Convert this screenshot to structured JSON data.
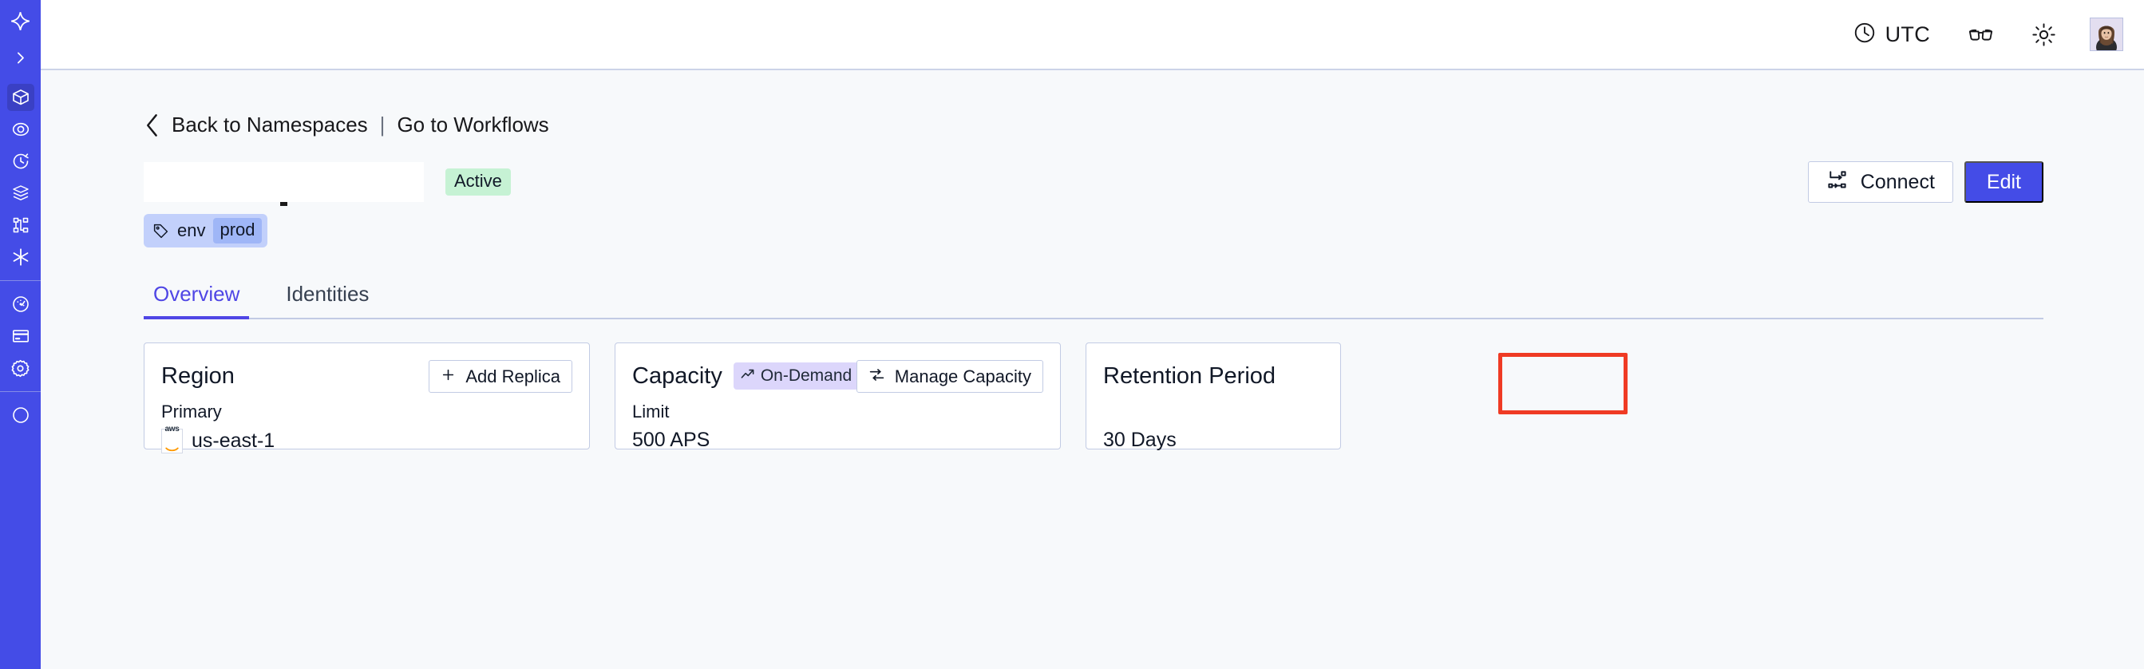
{
  "sidebar": {
    "logo": {
      "name": "temporal-logo",
      "label": "Temporal"
    },
    "expand": {
      "name": "chevron-right-icon",
      "label": "Expand navigation"
    },
    "items": [
      {
        "icon": "cube-icon",
        "label": "Namespaces",
        "active": true
      },
      {
        "icon": "eye-icon",
        "label": "Observability",
        "active": false
      },
      {
        "icon": "history-icon",
        "label": "Schedules",
        "active": false
      },
      {
        "icon": "layers-icon",
        "label": "Batch",
        "active": false
      },
      {
        "icon": "workflow-icon",
        "label": "Workflows",
        "active": false
      },
      {
        "icon": "asterisk-icon",
        "label": "Nexus",
        "active": false
      }
    ],
    "items_lower": [
      {
        "icon": "gauge-icon",
        "label": "Usage",
        "active": false
      },
      {
        "icon": "credit-card-icon",
        "label": "Billing",
        "active": false
      },
      {
        "icon": "gear-icon",
        "label": "Settings",
        "active": false
      }
    ]
  },
  "topbar": {
    "timezone_label": "UTC",
    "clock_icon": "clock-icon",
    "glasses_icon": "glasses-icon",
    "theme_icon": "sun-icon",
    "avatar_name": "user-avatar"
  },
  "breadcrumb": {
    "back_icon": "chevron-left-icon",
    "back_label": "Back to Namespaces",
    "separator": "|",
    "forward_label": "Go to Workflows"
  },
  "namespace": {
    "title": "",
    "title_redacted": true,
    "status": "Active",
    "tag": {
      "icon": "tag-icon",
      "key": "env",
      "value": "prod"
    }
  },
  "actions": {
    "connect_label": "Connect",
    "connect_icon": "connect-flow-icon",
    "edit_label": "Edit"
  },
  "tabs": [
    {
      "label": "Overview",
      "active": true
    },
    {
      "label": "Identities",
      "active": false
    }
  ],
  "cards": {
    "region": {
      "title": "Region",
      "button_label": "Add Replica",
      "button_icon": "plus-icon",
      "sub_label": "Primary",
      "provider_icon": "aws-logo",
      "provider_text": "aws",
      "value": "us-east-1"
    },
    "capacity": {
      "title": "Capacity",
      "badge_label": "On-Demand",
      "badge_icon": "trending-up-icon",
      "button_label": "Manage Capacity",
      "button_icon": "sliders-icon",
      "highlighted": true,
      "sub_label": "Limit",
      "value": "500 APS"
    },
    "retention": {
      "title": "Retention Period",
      "value": "30 Days"
    }
  },
  "colors": {
    "brand": "#444ce7",
    "accent": "#4f46e5",
    "status_active_bg": "#c6f2d4",
    "tag_bg": "#c2d0fb",
    "tag_value_bg": "#9fb6f7",
    "badge_ondemand_bg": "#dcd6fb",
    "highlight": "#ef3b24",
    "page_bg": "#f7f9fb",
    "card_border": "#c2cbe4"
  }
}
